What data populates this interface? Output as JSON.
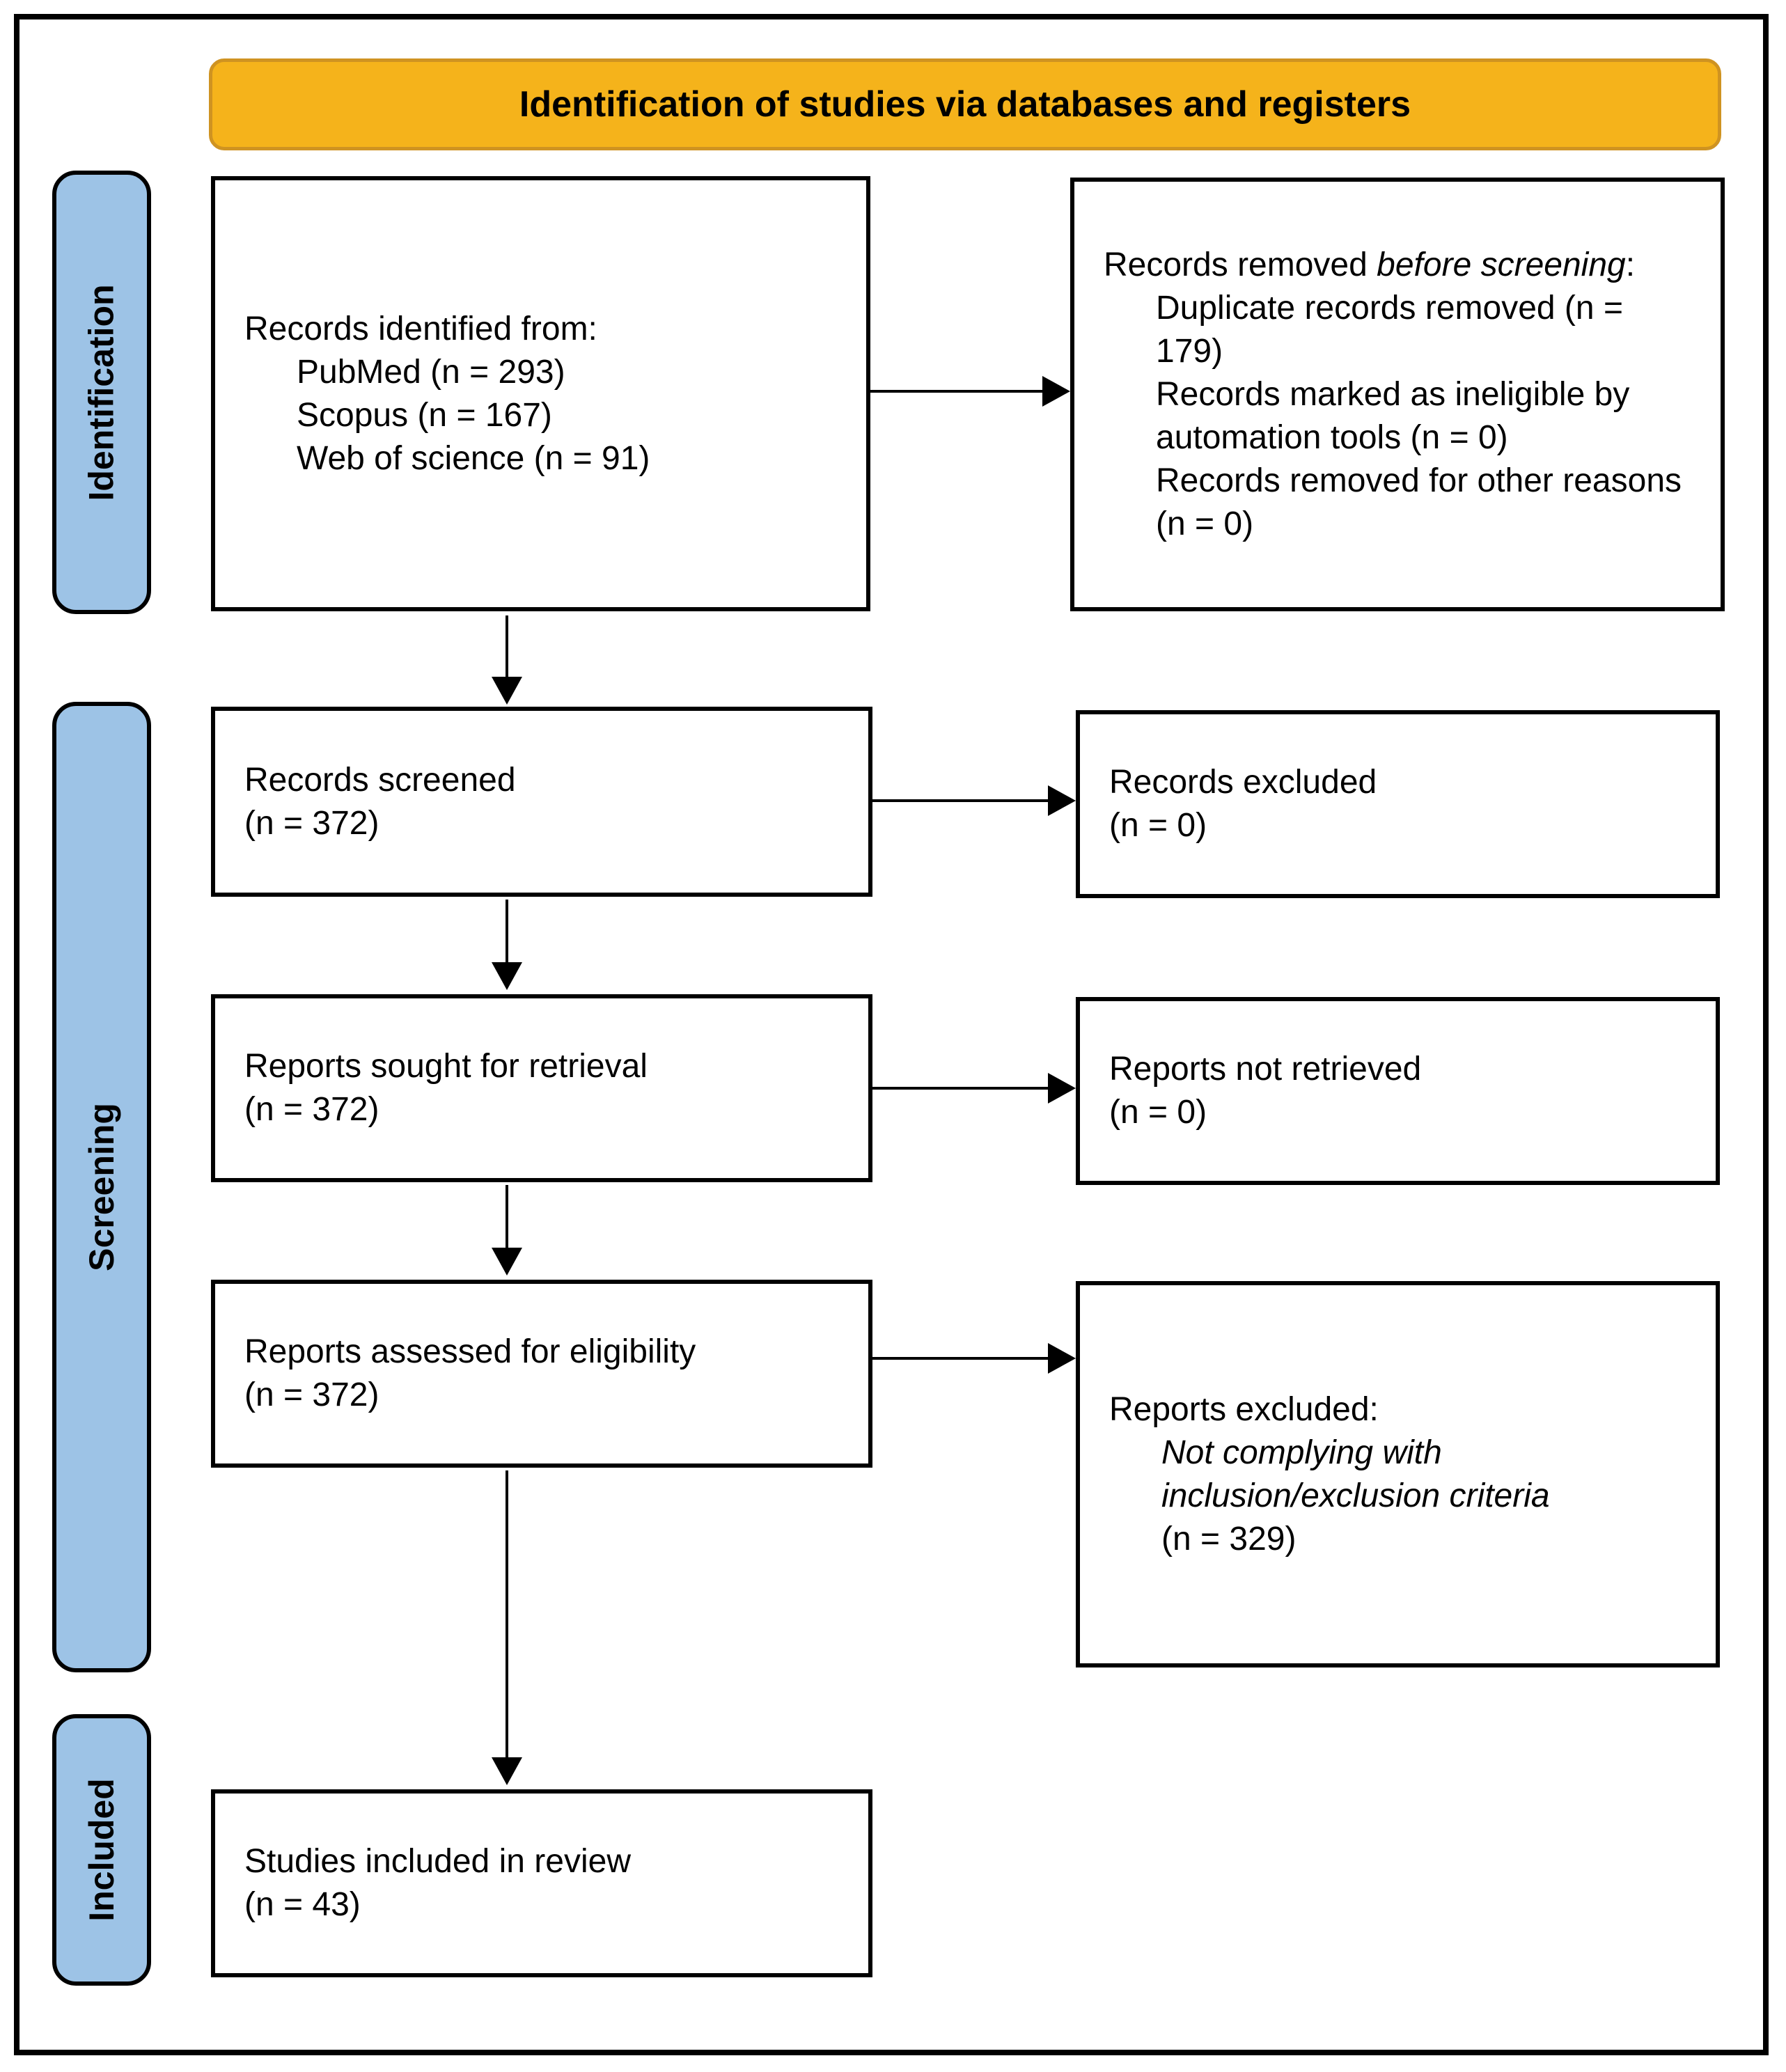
{
  "banner": {
    "title": "Identification of studies via databases and registers"
  },
  "colors": {
    "banner_bg": "#F5B31B",
    "banner_border": "#CF9321",
    "stage_fill": "#9DC3E6",
    "line_color": "#000000"
  },
  "stages": {
    "identification": "Identification",
    "screening": "Screening",
    "included": "Included"
  },
  "boxes": {
    "records_identified": {
      "title": "Records identified from:",
      "items": [
        "PubMed (n = 293)",
        "Scopus (n = 167)",
        "Web of science (n = 91)"
      ]
    },
    "records_removed": {
      "title_prefix": "Records removed ",
      "title_italic": "before screening",
      "title_suffix": ":",
      "items": [
        "Duplicate records removed (n = 179)",
        "Records marked as ineligible by automation tools (n = 0)",
        "Records removed for other reasons (n = 0)"
      ]
    },
    "records_screened": {
      "line1": "Records screened",
      "line2": "(n = 372)"
    },
    "records_excluded": {
      "line1": "Records excluded",
      "line2": "(n = 0)"
    },
    "reports_sought": {
      "line1": "Reports sought for retrieval",
      "line2": "(n = 372)"
    },
    "reports_not_retrieved": {
      "line1": "Reports not retrieved",
      "line2": "(n = 0)"
    },
    "reports_assessed": {
      "line1": "Reports assessed for eligibility",
      "line2": "(n = 372)"
    },
    "reports_excluded": {
      "title": "Reports excluded:",
      "italic_line": "Not complying with inclusion/exclusion criteria",
      "count": "(n = 329)"
    },
    "studies_included": {
      "line1": "Studies included in review",
      "line2": "(n = 43)"
    }
  }
}
